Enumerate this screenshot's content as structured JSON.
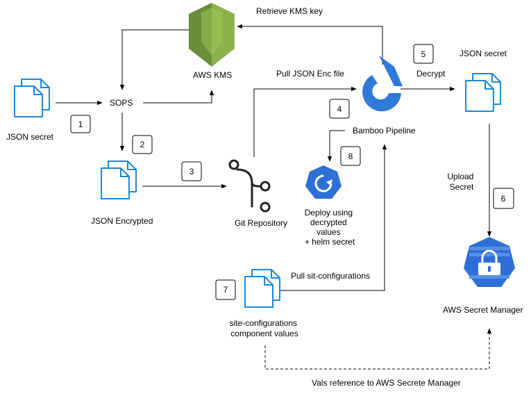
{
  "colors": {
    "doc_stroke": "#1a87d9",
    "kms_dark": "#6b8e3a",
    "kms_light": "#8cb34b",
    "k8s_blue": "#2d6fd6",
    "bamboo_blue": "#2f79d8",
    "edge": "#000000"
  },
  "nodes": {
    "json_secret_left": {
      "label": "JSON secret",
      "icon": "document-stack-icon"
    },
    "sops": {
      "label": "SOPS"
    },
    "aws_kms": {
      "label": "AWS KMS",
      "icon": "aws-kms-icon"
    },
    "json_encrypted": {
      "label": "JSON Encrypted",
      "icon": "document-stack-icon"
    },
    "git_repository": {
      "label": "Git Repository",
      "icon": "git-branch-icon"
    },
    "bamboo_pipeline": {
      "label": "Bamboo Pipeline",
      "icon": "bamboo-icon"
    },
    "deploy": {
      "lines": [
        "Deploy using",
        "decrypted",
        "values",
        "+ helm secret"
      ],
      "icon": "kubernetes-deploy-icon"
    },
    "json_secret_right": {
      "label": "JSON secret",
      "icon": "document-stack-icon"
    },
    "aws_secret_manager": {
      "label": "AWS Secret Manager",
      "icon": "secret-manager-lock-icon"
    },
    "site_configurations": {
      "lines": [
        "site-configurations",
        "component values"
      ],
      "icon": "document-stack-icon"
    }
  },
  "edges": {
    "retrieve_kms_key": "Retrieve KMS key",
    "pull_json_enc_file": "Pull JSON Enc file",
    "decrypt": "Decrypt",
    "upload_secret": [
      "Upload",
      "Secret"
    ],
    "pull_sit_configurations": "Pull sit-configurations",
    "vals_reference": "Vals reference to AWS Secrete Manager"
  },
  "steps": [
    "1",
    "2",
    "3",
    "4",
    "5",
    "6",
    "7",
    "8"
  ]
}
